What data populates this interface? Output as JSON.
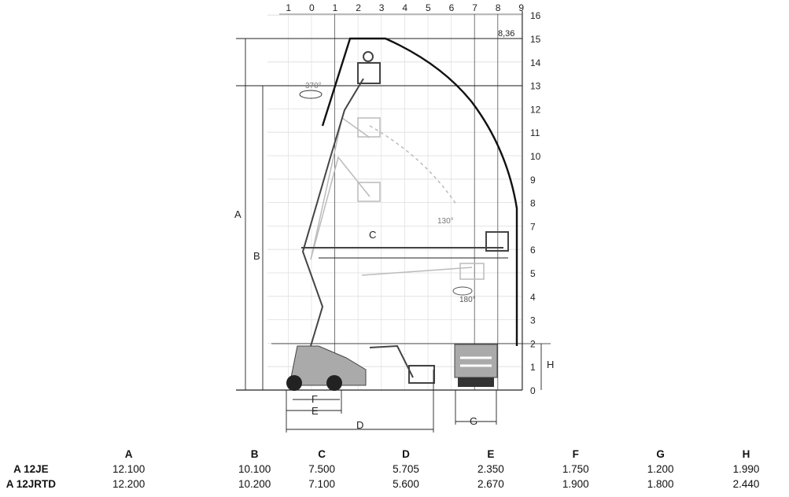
{
  "diagram": {
    "x_ticks": [
      "1",
      "0",
      "1",
      "2",
      "3",
      "4",
      "5",
      "6",
      "7",
      "8",
      "9"
    ],
    "y_ticks": [
      "0",
      "1",
      "2",
      "3",
      "4",
      "5",
      "6",
      "7",
      "8",
      "9",
      "10",
      "11",
      "12",
      "13",
      "14",
      "15",
      "16"
    ],
    "max_outreach_label": "8,36",
    "rotation_turret": "370°",
    "rotation_jib": "130°",
    "rotation_basket": "180°",
    "dimension_labels": {
      "A": "A",
      "B": "B",
      "C": "C",
      "D": "D",
      "E": "E",
      "F": "F",
      "G": "G",
      "H": "H"
    }
  },
  "table": {
    "headers": [
      "A",
      "B",
      "C",
      "D",
      "E",
      "F",
      "G",
      "H"
    ],
    "rows": [
      {
        "model": "A 12JE",
        "values": [
          "12.100",
          "10.100",
          "7.500",
          "5.705",
          "2.350",
          "1.750",
          "1.200",
          "1.990"
        ]
      },
      {
        "model": "A 12JRTD",
        "values": [
          "12.200",
          "10.200",
          "7.100",
          "5.600",
          "2.670",
          "1.900",
          "1.800",
          "2.440"
        ]
      }
    ]
  }
}
